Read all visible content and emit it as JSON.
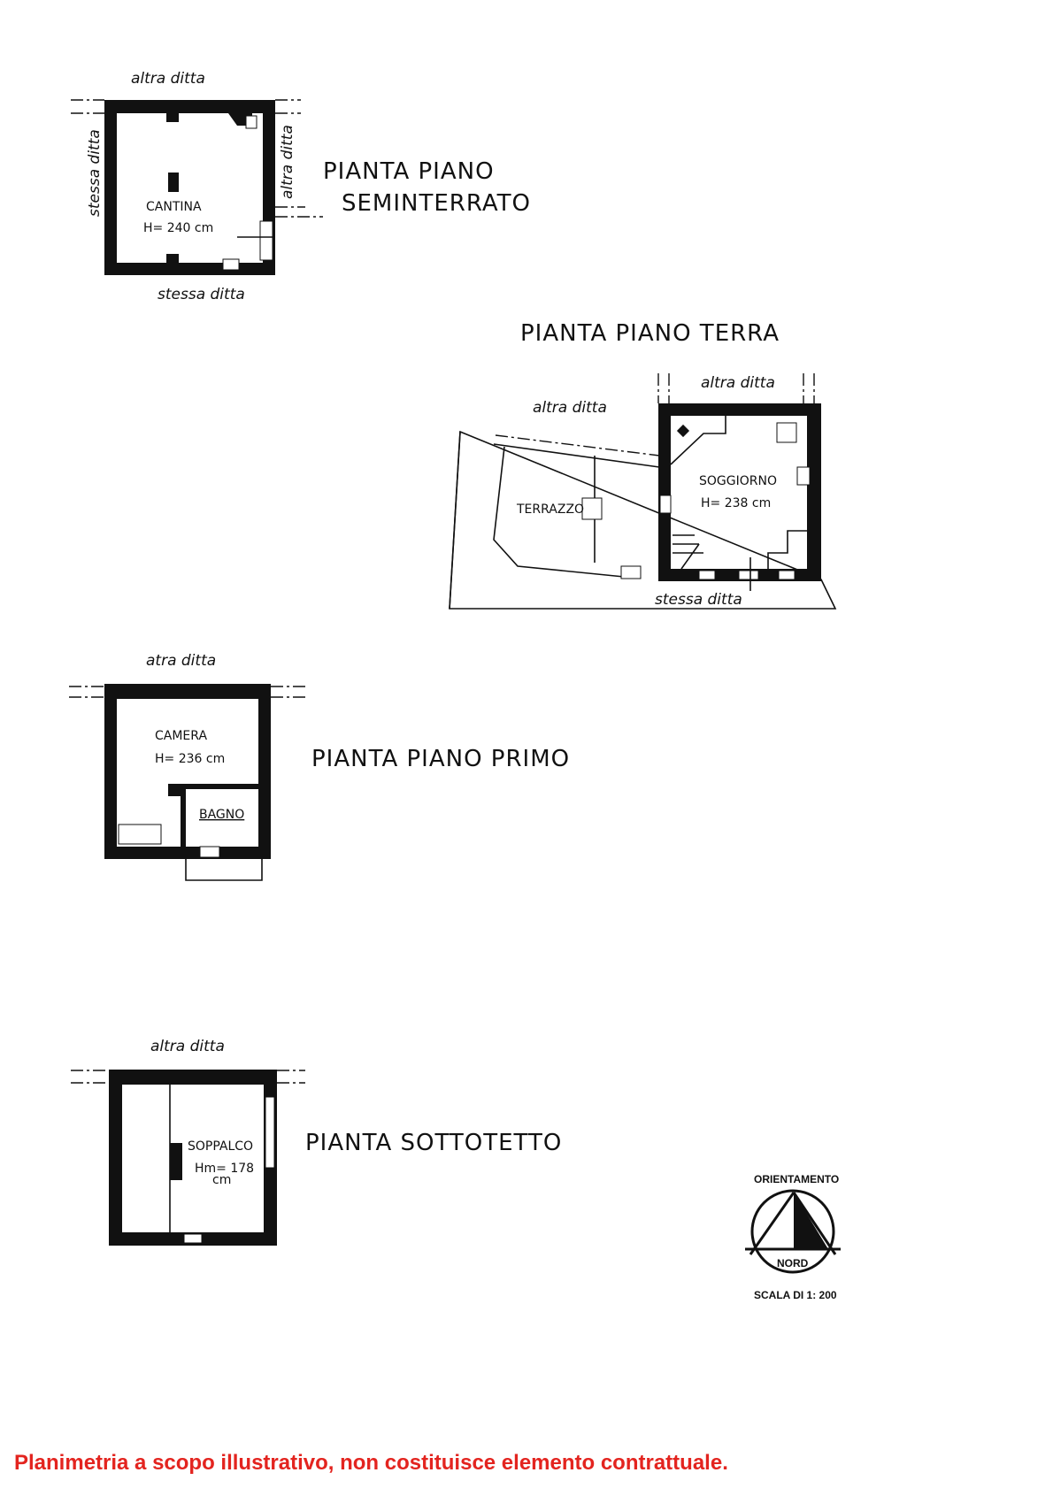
{
  "plans": {
    "seminterrato": {
      "title_line1": "PIANTA PIANO",
      "title_line2": "SEMINTERRATO",
      "room": "CANTINA",
      "height": "H= 240 cm",
      "top_label": "altra ditta",
      "bottom_label": "stessa ditta",
      "left_label": "stessa ditta",
      "right_label": "altra ditta"
    },
    "terra": {
      "title": "PIANTA PIANO TERRA",
      "room": "SOGGIORNO",
      "height": "H= 238 cm",
      "terrace": "TERRAZZO",
      "top_label": "altra ditta",
      "left_top_label": "altra ditta",
      "bottom_label": "stessa ditta"
    },
    "primo": {
      "title": "PIANTA PIANO PRIMO",
      "room": "CAMERA",
      "height": "H= 236 cm",
      "bath": "BAGNO",
      "top_label": "atra ditta"
    },
    "sottotetto": {
      "title": "PIANTA SOTTOTETTO",
      "room": "SOPPALCO",
      "height": "Hm= 178",
      "height_unit": "cm",
      "top_label": "altra ditta"
    }
  },
  "compass": {
    "label": "ORIENTAMENTO",
    "north": "NORD",
    "icon": "north-arrow-compass-icon"
  },
  "scale": "SCALA DI 1: 200",
  "disclaimer": "Planimetria a scopo illustrativo, non costituisce elemento contrattuale.",
  "colors": {
    "disclaimer": "#e3241f",
    "ink": "#111111"
  }
}
